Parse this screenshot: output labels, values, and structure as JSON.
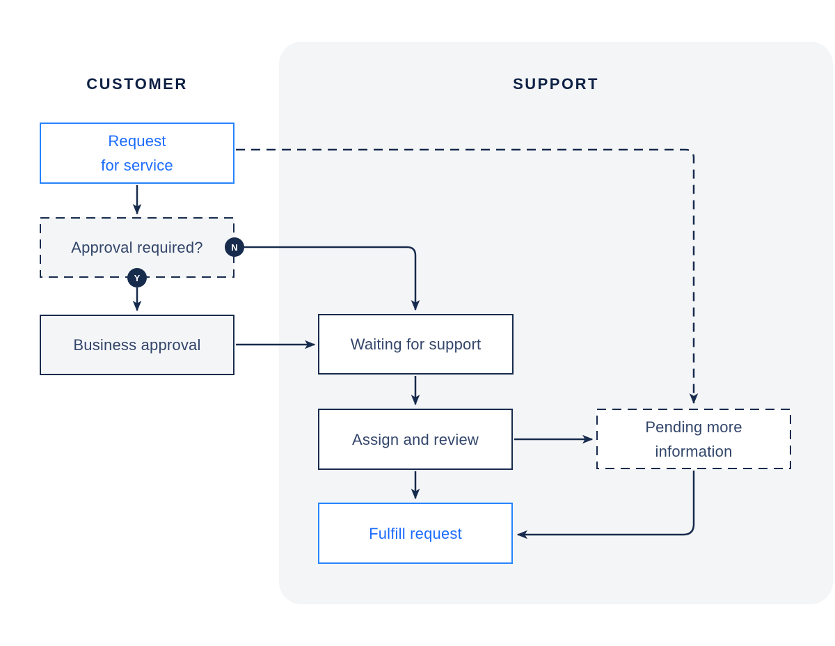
{
  "lanes": {
    "customer": {
      "title": "CUSTOMER"
    },
    "support": {
      "title": "SUPPORT"
    }
  },
  "nodes": {
    "request_for_service": {
      "line1": "Request",
      "line2": "for service",
      "style": "blue-solid"
    },
    "approval_required": {
      "label": "Approval required?",
      "style": "gray-dashed"
    },
    "business_approval": {
      "label": "Business approval",
      "style": "gray-solid"
    },
    "waiting_for_support": {
      "label": "Waiting for support",
      "style": "white-solid"
    },
    "assign_and_review": {
      "label": "Assign and review",
      "style": "white-solid"
    },
    "pending_more_information": {
      "line1": "Pending more",
      "line2": "information",
      "style": "white-dashed"
    },
    "fulfill_request": {
      "label": "Fulfill request",
      "style": "blue-solid"
    }
  },
  "badges": {
    "no": "N",
    "yes": "Y"
  },
  "edges": [
    {
      "from": "request_for_service",
      "to": "approval_required",
      "style": "solid"
    },
    {
      "from": "approval_required",
      "to": "waiting_for_support",
      "style": "solid",
      "label": "N"
    },
    {
      "from": "approval_required",
      "to": "business_approval",
      "style": "solid",
      "label": "Y"
    },
    {
      "from": "business_approval",
      "to": "waiting_for_support",
      "style": "solid"
    },
    {
      "from": "waiting_for_support",
      "to": "assign_and_review",
      "style": "solid"
    },
    {
      "from": "assign_and_review",
      "to": "pending_more_information",
      "style": "solid"
    },
    {
      "from": "assign_and_review",
      "to": "fulfill_request",
      "style": "solid"
    },
    {
      "from": "pending_more_information",
      "to": "fulfill_request",
      "style": "solid"
    },
    {
      "from": "request_for_service",
      "to": "pending_more_information",
      "style": "dashed"
    }
  ],
  "colors": {
    "navy": "#172B4D",
    "node_text": "#32456A",
    "header_text": "#0D2145",
    "blue_border": "#2684FF",
    "blue_text": "#1B6BFF",
    "lane_background": "#F4F5F7",
    "gray_node_background": "#F4F5F7",
    "white": "#FFFFFF"
  }
}
